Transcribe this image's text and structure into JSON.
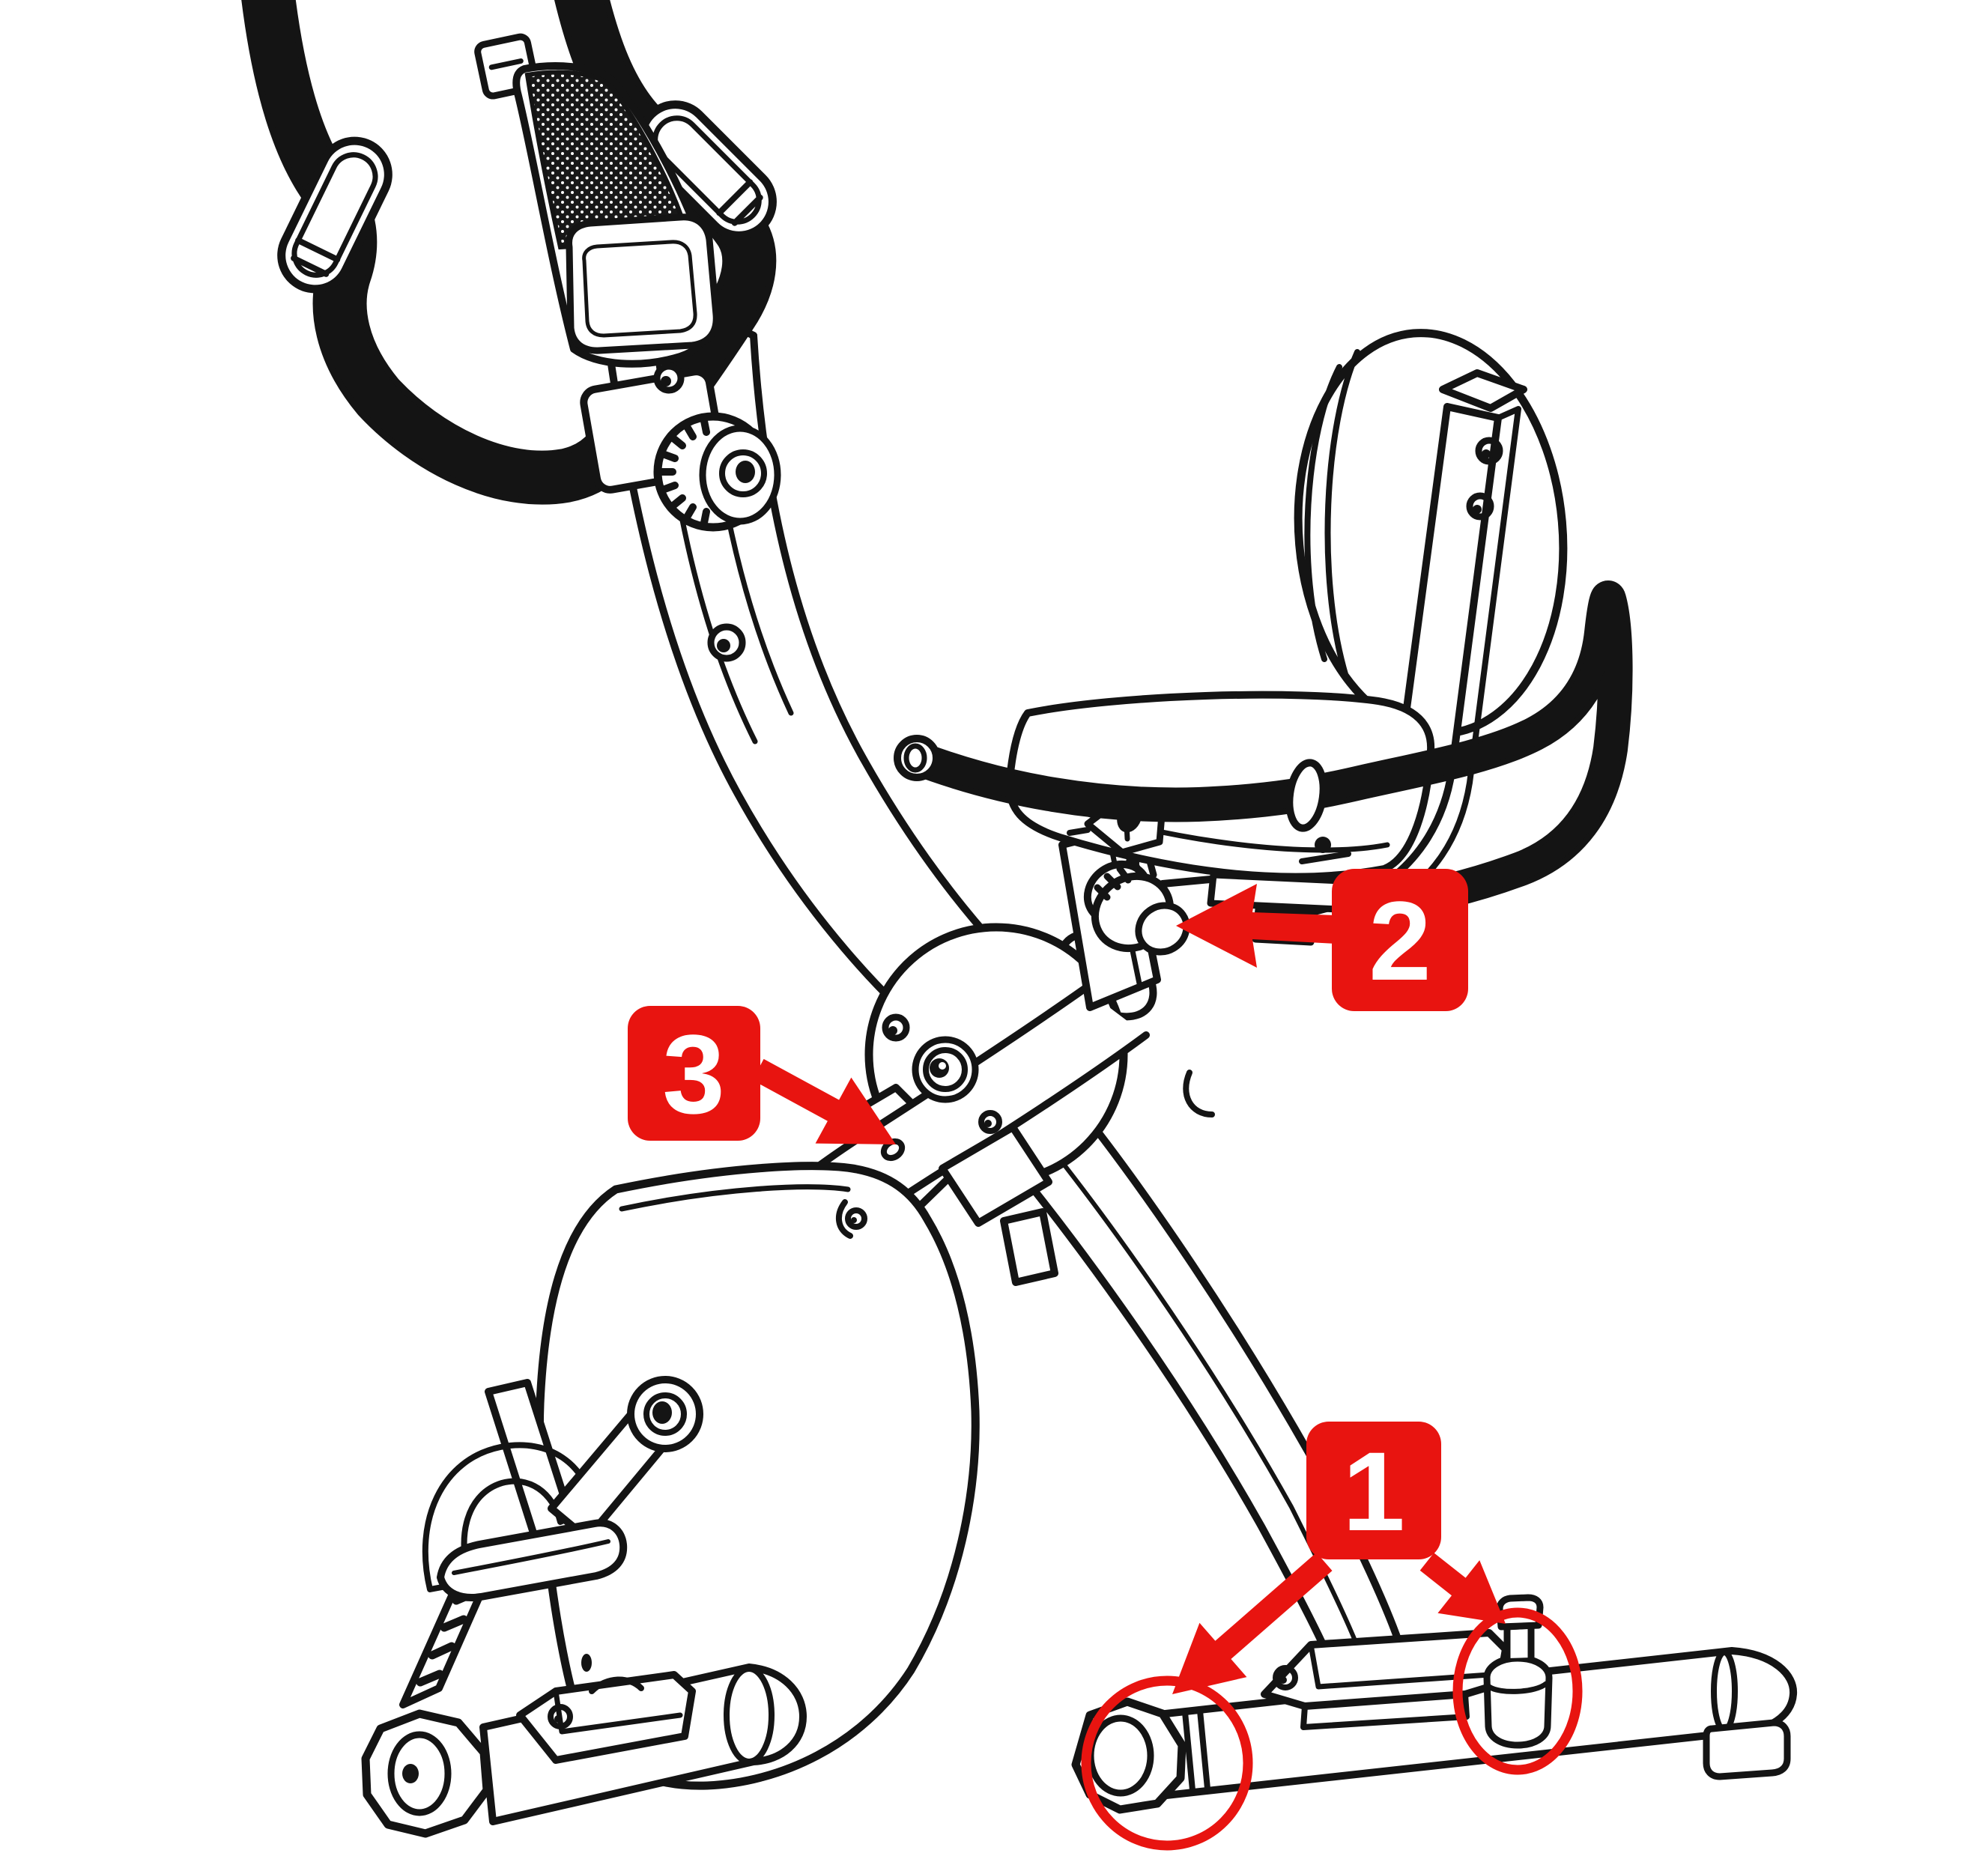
{
  "figure": {
    "kind": "assembly-callout-diagram",
    "subject": "folding upright exercise bike with backrest",
    "background_color": "#ffffff",
    "line_color": "#141414",
    "accent_color": "#e81410"
  },
  "callouts": {
    "items": [
      {
        "number": "1",
        "target": "rear-stabilizer-end-fittings"
      },
      {
        "number": "2",
        "target": "seat-slider-locking-knob"
      },
      {
        "number": "3",
        "target": "center-pivot-hole"
      }
    ]
  }
}
